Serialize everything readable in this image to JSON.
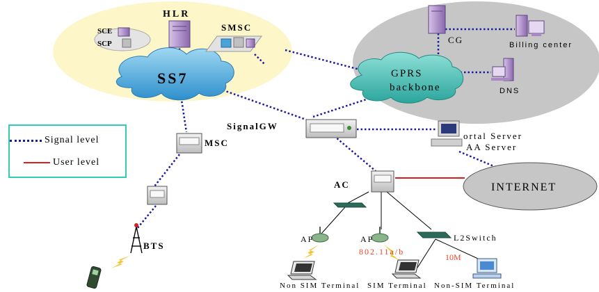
{
  "legend": {
    "signal_label": "Signal level",
    "user_label": "User level",
    "signal_color": "#1a1a9e",
    "user_color": "#d81e1e"
  },
  "nodes": {
    "hlr": "HLR",
    "smsc": "SMSC",
    "sce": "SCE",
    "scp": "SCP",
    "ss7": "SS7",
    "cg": "CG",
    "billing": "Billing center",
    "gprs_line1": "GPRS",
    "gprs_line2": "backbone",
    "dns": "DNS",
    "signalgw": "SignalGW",
    "portal_line1": "ortal Server",
    "portal_line2": "AA Server",
    "msc": "MSC",
    "ac": "AC",
    "internet": "INTERNET",
    "bts": "BTS",
    "ap1": "AP",
    "ap2": "AP",
    "l2switch": "L2Switch",
    "wifi": "802.11a/b",
    "speed": "10M",
    "non_sim_terminal": "Non SIM Terminal",
    "sim_terminal": "SIM Terminal",
    "non_sim_terminal_2": "Non-SIM Terminal"
  },
  "colors": {
    "cloud": "#3ea6d8",
    "cloud_teal": "#3bbab0",
    "yellow_area": "#fdf6c8",
    "gray_area": "#c6c6c6",
    "server_purple": "#a889c4",
    "signal_link": "#1a1a9e",
    "user_link": "#d81e1e"
  }
}
